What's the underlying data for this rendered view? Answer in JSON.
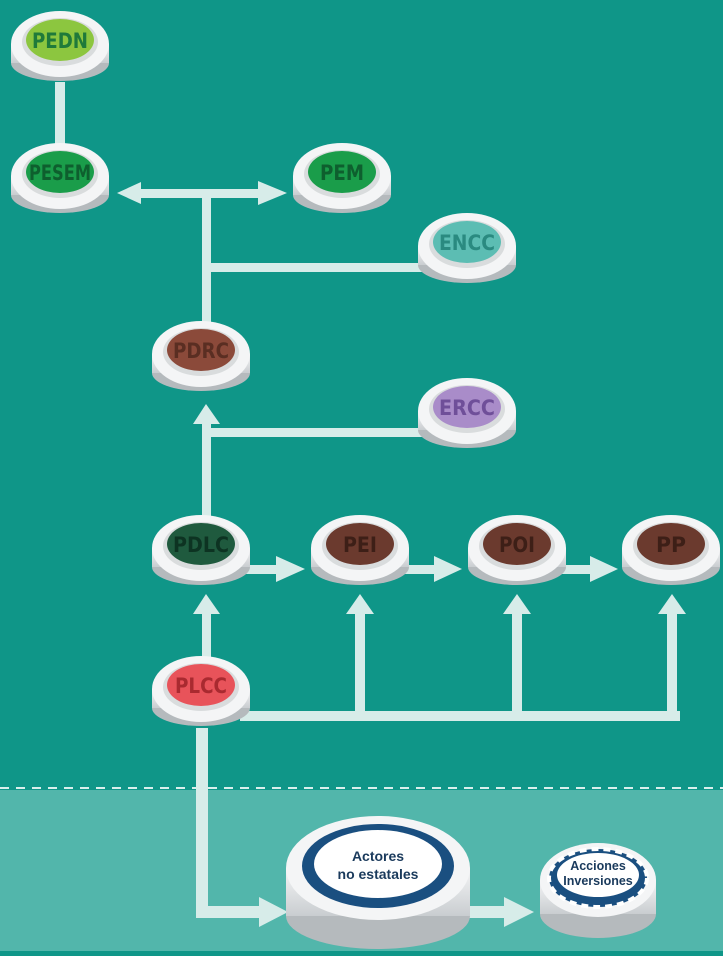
{
  "nodes": [
    {
      "id": "pedn",
      "label": "PEDN",
      "color": "#8cc63f"
    },
    {
      "id": "pesem",
      "label": "PESEM",
      "color": "#1a9d4a"
    },
    {
      "id": "pem",
      "label": "PEM",
      "color": "#1a9d4a"
    },
    {
      "id": "encc",
      "label": "ENCC",
      "color": "#5cbdb3"
    },
    {
      "id": "pdrc",
      "label": "PDRC",
      "color": "#8b4a3a"
    },
    {
      "id": "ercc",
      "label": "ERCC",
      "color": "#a98cc9"
    },
    {
      "id": "pdlc",
      "label": "PDLC",
      "color": "#1f5a3e"
    },
    {
      "id": "pei",
      "label": "PEI",
      "color": "#6b3a2e"
    },
    {
      "id": "poi",
      "label": "POI",
      "color": "#6b3a2e"
    },
    {
      "id": "pp",
      "label": "PP",
      "color": "#6b3a2e"
    },
    {
      "id": "plcc",
      "label": "PLCC",
      "color": "#e8535a"
    }
  ],
  "actores": {
    "line1": "Actores",
    "line2": "no estatales",
    "color": "#1a4f80"
  },
  "acciones": {
    "line1": "Acciones",
    "line2": "Inversiones",
    "color": "#1a4f80"
  },
  "colors": {
    "background": "#0f9688",
    "lower_band": "#52b6ab",
    "connector": "#d7ece9",
    "base": "#e4e6e7"
  }
}
